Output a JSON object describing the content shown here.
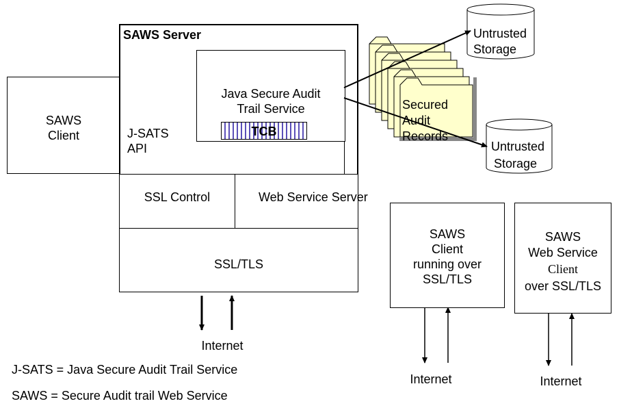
{
  "server": {
    "title": "SAWS Server",
    "jsats_service": [
      "Java Secure Audit",
      "Trail Service"
    ],
    "tcb": "TCB",
    "jsats_api": [
      "J-SATS",
      "API"
    ],
    "ssl_control": "SSL Control",
    "web_service_server": "Web Service Server",
    "ssl_tls": "SSL/TLS",
    "internet": "Internet"
  },
  "saws_client": [
    "SAWS",
    "Client"
  ],
  "records": [
    "Secured",
    "Audit",
    "Records"
  ],
  "storage_top": [
    "Untrusted",
    "Storage"
  ],
  "storage_bottom": [
    "Untrusted",
    "Storage"
  ],
  "client_ssl": {
    "lines": [
      "SAWS",
      "Client",
      "running over",
      "SSL/TLS"
    ],
    "internet": "Internet"
  },
  "client_ws": {
    "line1": "SAWS",
    "line2": "Web Service",
    "line3": "Client",
    "line4": "over SSL/TLS",
    "internet": "Internet"
  },
  "legend": {
    "jsats": "J-SATS = Java Secure Audit Trail Service",
    "saws": "SAWS = Secure Audit trail Web Service"
  }
}
